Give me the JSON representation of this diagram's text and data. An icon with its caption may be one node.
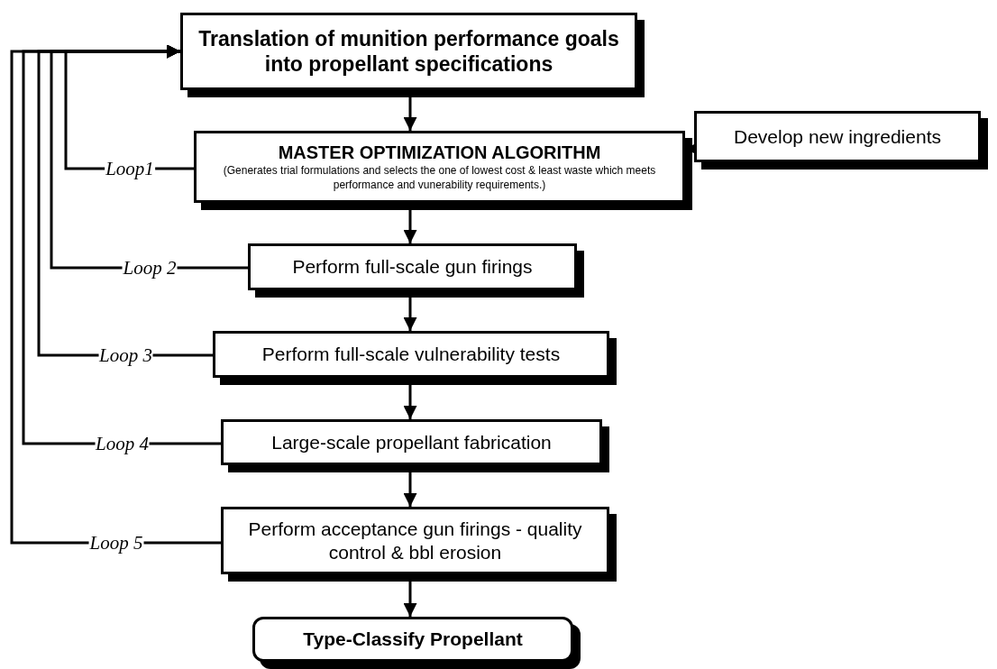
{
  "diagram": {
    "nodes": [
      {
        "text": [
          "Translation of munition performance goals into propellant specifications"
        ]
      },
      {
        "text": [
          "MASTER OPTIMIZATION ALGORITHM",
          "(Generates trial formulations and selects the one of lowest cost & least waste which meets performance and vunerability requirements.)"
        ]
      },
      {
        "text": [
          "Develop new ingredients"
        ]
      },
      {
        "text": [
          "Perform full-scale gun firings"
        ]
      },
      {
        "text": [
          "Perform full-scale vulnerability tests"
        ]
      },
      {
        "text": [
          "Large-scale propellant fabrication"
        ]
      },
      {
        "text": [
          "Perform acceptance gun firings - quality control & bbl erosion"
        ]
      },
      {
        "text": [
          "Type-Classify Propellant"
        ]
      }
    ],
    "edges": [
      {
        "from": 0,
        "to": 1,
        "arrow": "to"
      },
      {
        "from": 1,
        "to": 2,
        "arrow": "both"
      },
      {
        "from": 1,
        "to": 3,
        "arrow": "to"
      },
      {
        "from": 3,
        "to": 4,
        "arrow": "to"
      },
      {
        "from": 4,
        "to": 5,
        "arrow": "to"
      },
      {
        "from": 5,
        "to": 6,
        "arrow": "to"
      },
      {
        "from": 6,
        "to": 7,
        "arrow": "to"
      },
      {
        "from": 1,
        "to": 0,
        "arrow": "to",
        "label": "Loop1"
      },
      {
        "from": 3,
        "to": 0,
        "arrow": "to",
        "label": "Loop 2"
      },
      {
        "from": 4,
        "to": 0,
        "arrow": "to",
        "label": "Loop 3"
      },
      {
        "from": 5,
        "to": 0,
        "arrow": "to",
        "label": "Loop 4"
      },
      {
        "from": 6,
        "to": 0,
        "arrow": "to",
        "label": "Loop 5"
      }
    ]
  }
}
